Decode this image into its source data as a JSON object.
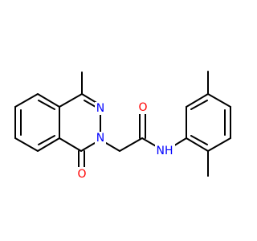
{
  "molecule": {
    "atoms": {
      "o_amide": {
        "text": "O",
        "color": "#ff0000"
      },
      "nh_amide": {
        "text": "NH",
        "color": "#0000ff"
      },
      "n_ring_upper": {
        "text": "N",
        "color": "#0000ff"
      },
      "n_ring_lower": {
        "text": "N",
        "color": "#0000ff"
      },
      "o_carbonyl": {
        "text": "O",
        "color": "#ff0000"
      }
    },
    "bond_color": "#000000",
    "background": "#ffffff"
  }
}
